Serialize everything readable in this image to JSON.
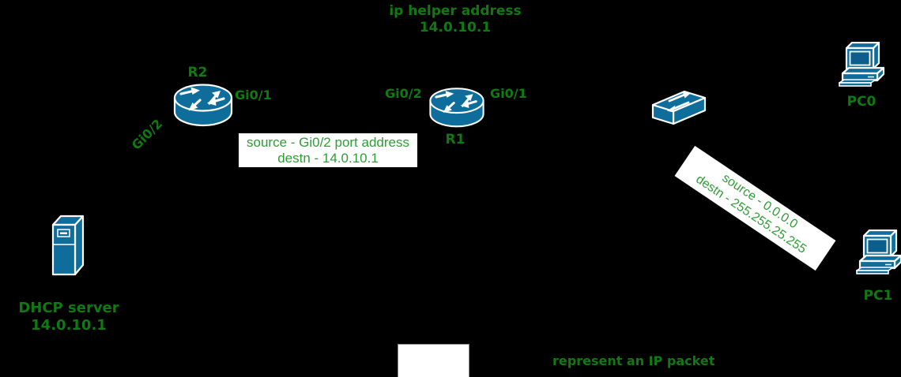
{
  "colors": {
    "background": "#000000",
    "device_fill": "#0f6d9b",
    "screen_fill": "#0c5f8d",
    "label_green": "#0f7a0f",
    "box_text_green": "#2f9d35",
    "box_bg": "#ffffff",
    "swatch_border": "#888888"
  },
  "title": {
    "line1": "ip helper address",
    "line2": "14.0.10.1"
  },
  "nodes": {
    "r2": {
      "label": "R2",
      "port_right": "Gi0/1",
      "port_down": "Gi0/2"
    },
    "r1": {
      "label": "R1",
      "port_left": "Gi0/2",
      "port_right": "Gi0/1"
    },
    "pc0": {
      "label": "PC0"
    },
    "pc1": {
      "label": "PC1"
    },
    "dhcp_server": {
      "label": "DHCP server",
      "ip": "14.0.10.1"
    }
  },
  "icons": {
    "r2": "router-icon",
    "r1": "router-icon",
    "switch": "switch-icon",
    "pc0": "pc-icon",
    "pc1": "pc-icon",
    "dhcp_server": "server-tower-icon"
  },
  "packet_labels": {
    "unicast": {
      "line1": "source - Gi0/2 port address",
      "line2": "destn - 14.0.10.1"
    },
    "broadcast": {
      "line1": "source - 0.0.0.0",
      "line2": "destn - 255.255.25.255"
    }
  },
  "legend": {
    "label": "represent an IP packet"
  }
}
